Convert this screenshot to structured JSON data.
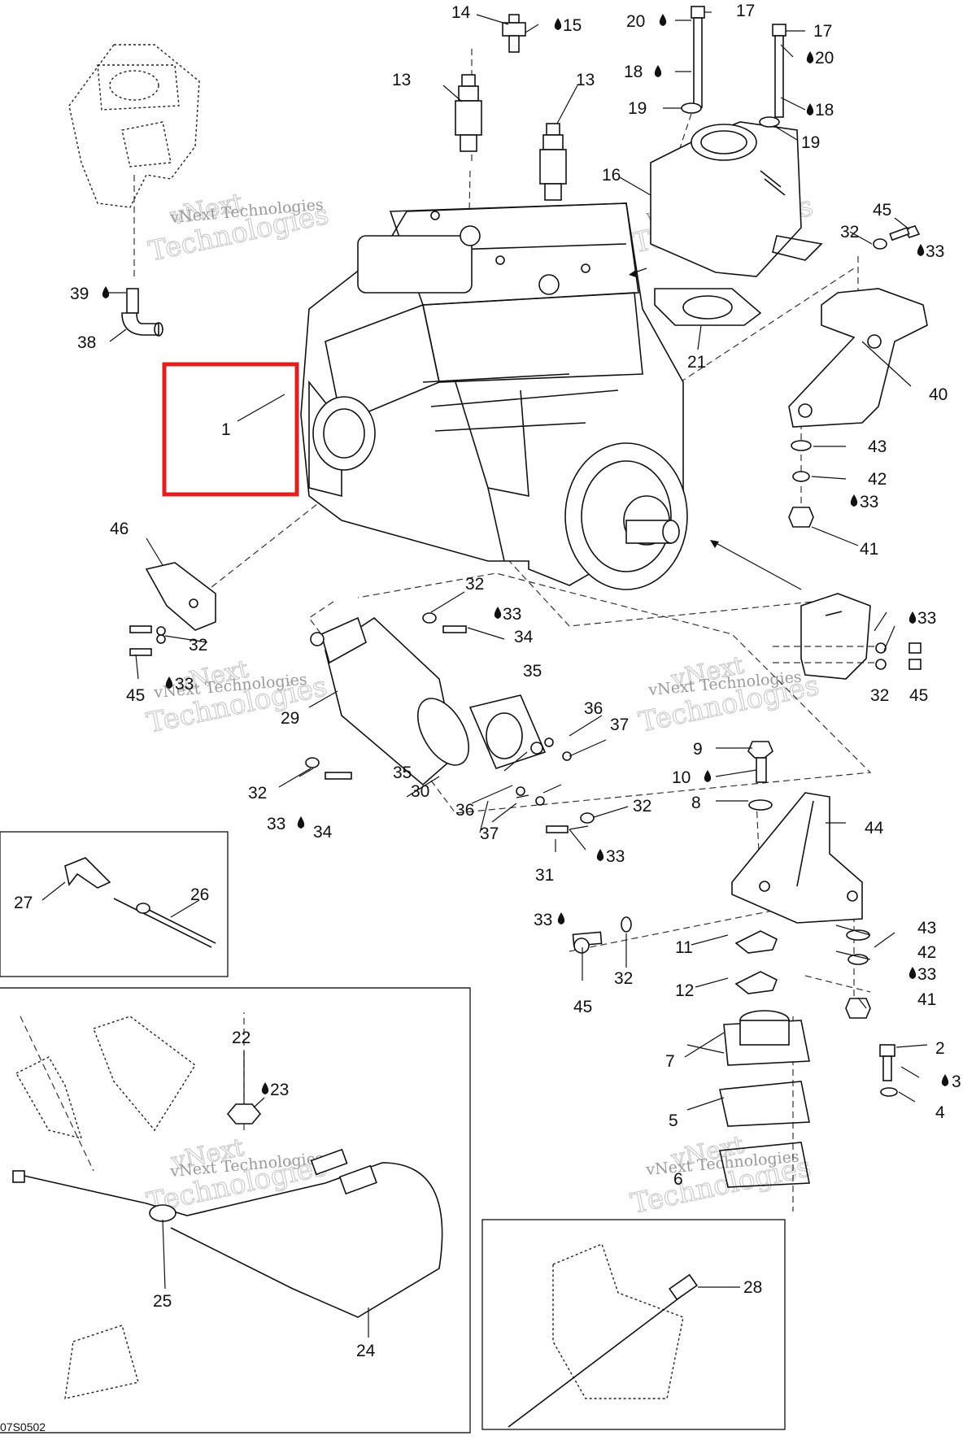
{
  "diagram": {
    "footer_code": "07S0502",
    "watermark_line1": "vNext",
    "watermark_line2": "Technologies",
    "watermark_caption": "vNext Technologies",
    "highlight_color": "#e02020",
    "callouts": {
      "c1": "1",
      "c2": "2",
      "c3": "3",
      "c4": "4",
      "c5": "5",
      "c6": "6",
      "c7": "7",
      "c8": "8",
      "c9": "9",
      "c10": "10",
      "c11": "11",
      "c12": "12",
      "c13a": "13",
      "c13b": "13",
      "c14": "14",
      "c15": "15",
      "c16": "16",
      "c17a": "17",
      "c17b": "17",
      "c18a": "18",
      "c18b": "18",
      "c19a": "19",
      "c19b": "19",
      "c20a": "20",
      "c20b": "20",
      "c21": "21",
      "c22": "22",
      "c23": "23",
      "c24": "24",
      "c25": "25",
      "c26": "26",
      "c27": "27",
      "c28": "28",
      "c29": "29",
      "c30": "30",
      "c31": "31",
      "c32a": "32",
      "c32b": "32",
      "c32c": "32",
      "c32d": "32",
      "c32e": "32",
      "c32f": "32",
      "c32g": "32",
      "c33a": "33",
      "c33b": "33",
      "c33c": "33",
      "c33d": "33",
      "c33e": "33",
      "c33f": "33",
      "c33g": "33",
      "c33h": "33",
      "c33i": "33",
      "c34a": "34",
      "c34b": "34",
      "c35a": "35",
      "c35b": "35",
      "c36a": "36",
      "c36b": "36",
      "c37a": "37",
      "c37b": "37",
      "c38": "38",
      "c39": "39",
      "c40": "40",
      "c41a": "41",
      "c41b": "41",
      "c42a": "42",
      "c42b": "42",
      "c43a": "43",
      "c43b": "43",
      "c44": "44",
      "c45a": "45",
      "c45b": "45",
      "c45c": "45",
      "c45d": "45",
      "c46": "46"
    }
  }
}
